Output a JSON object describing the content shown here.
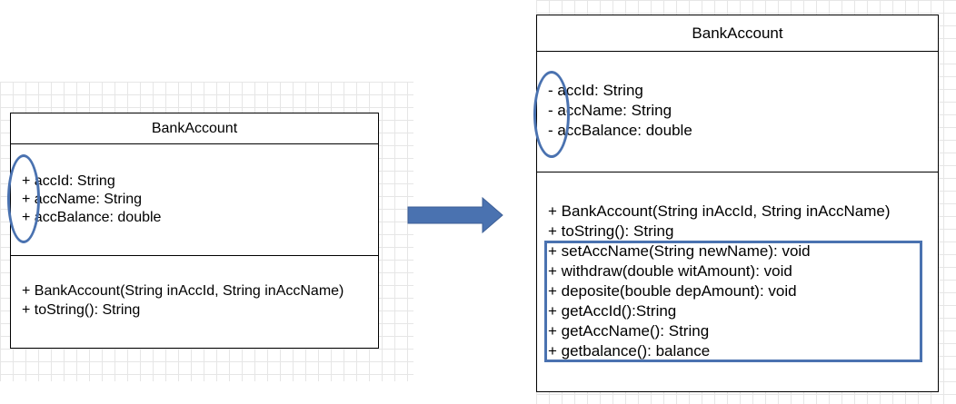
{
  "left_class": {
    "name": "BankAccount",
    "attributes": [
      "+ accId: String",
      "+ accName: String",
      "+ accBalance: double"
    ],
    "methods": [
      "+ BankAccount(String inAccId, String inAccName)",
      "+ toString(): String"
    ]
  },
  "right_class": {
    "name": "BankAccount",
    "attributes": [
      "- accId: String",
      "- accName: String",
      "- accBalance: double"
    ],
    "methods": [
      "+ BankAccount(String inAccId, String inAccName)",
      "+ toString(): String",
      "+ setAccName(String newName): void",
      "+ withdraw(double witAmount): void",
      "+ deposite(bouble depAmount): void",
      "+ getAccId():String",
      "+ getAccName(): String",
      "+ getbalance(): balance"
    ]
  },
  "colors": {
    "highlight": "#4a72b0",
    "arrow": "#4a72b0",
    "grid": "#e6e6e6"
  },
  "connectors": {
    "arrow": "right-arrow"
  }
}
